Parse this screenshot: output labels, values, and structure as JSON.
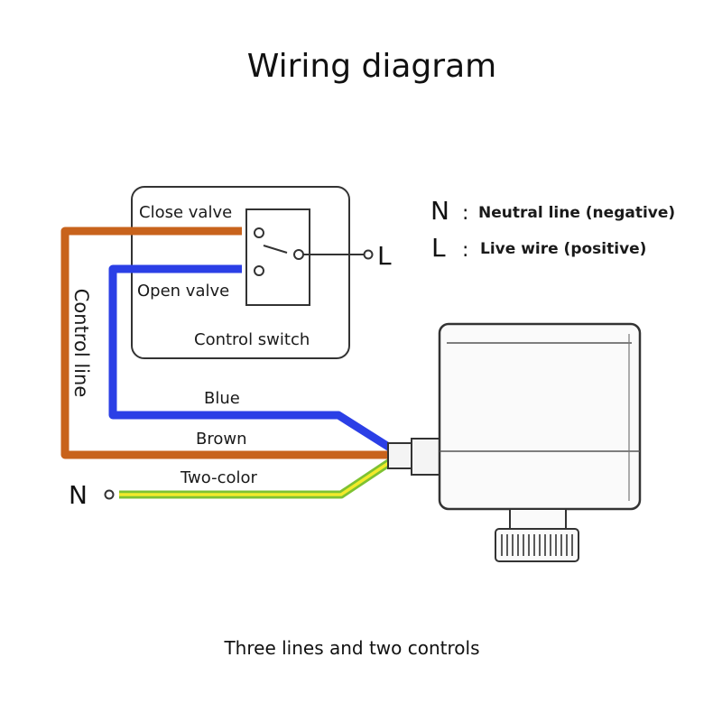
{
  "title": "Wiring diagram",
  "caption": "Three lines and two controls",
  "switch": {
    "close_label": "Close valve",
    "open_label": "Open valve",
    "box_label": "Control switch",
    "live_terminal": "L"
  },
  "control_line_label": "Control line",
  "neutral_terminal": "N",
  "wires": {
    "blue_label": "Blue",
    "brown_label": "Brown",
    "two_color_label": "Two-color"
  },
  "legend": [
    {
      "key": "N",
      "sep": ":",
      "text": "Neutral line (negative)"
    },
    {
      "key": "L",
      "sep": ":",
      "text": "Live wire (positive)"
    }
  ],
  "colors": {
    "brown": "#c8631c",
    "blue": "#2b3fe6",
    "green": "#7dc232",
    "yellow": "#f2ea2a"
  }
}
